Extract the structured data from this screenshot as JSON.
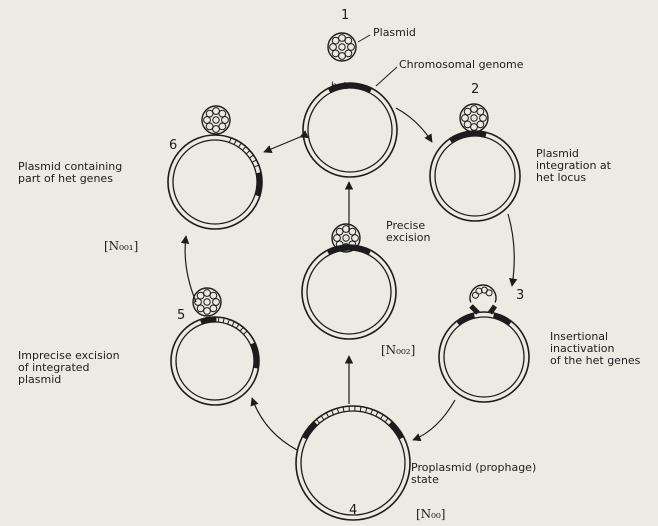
{
  "figure": {
    "steps": {
      "s1": "1",
      "s2": "2",
      "s3": "3",
      "s4": "4",
      "s5": "5",
      "s6": "6"
    },
    "labels": {
      "plasmid": "Plasmid",
      "chromosomal_genome": "Chromosomal genome",
      "het": "het",
      "plasmid_integration": "Plasmid\nintegration at\nhet locus",
      "insertional_inactivation": "Insertional\ninactivation\nof the het genes",
      "proplasmid_state": "Proplasmid (prophage)\nstate",
      "imprecise_excision": "Imprecise excision\nof integrated\nplasmid",
      "plasmid_containing": "Plasmid containing\npart of het genes",
      "precise_excision": "Precise\nexcision"
    },
    "codes": {
      "n001": "[N₀₀₁]",
      "n002": "[N₀₀₂]",
      "n00": "[N₀₀]"
    },
    "colors": {
      "background": "#ecebe3",
      "ink": "#1c1c1c"
    }
  }
}
